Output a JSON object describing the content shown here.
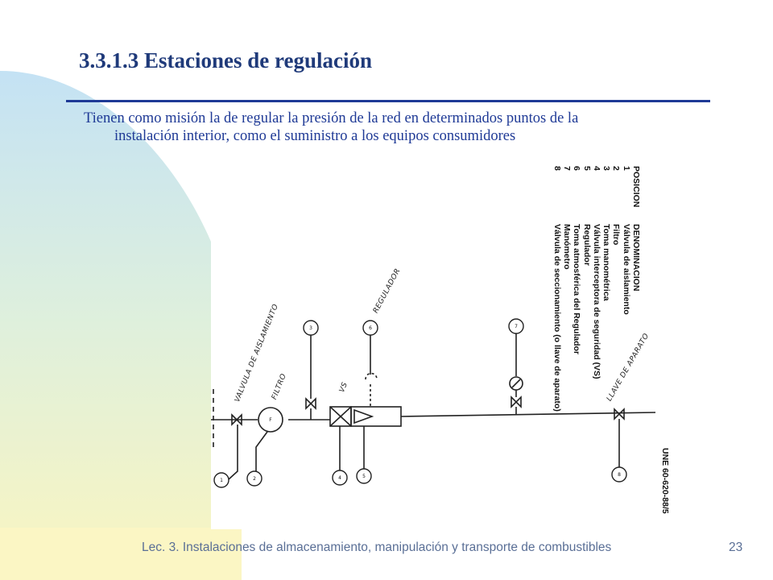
{
  "slide": {
    "title": "3.3.1.3  Estaciones de regulación",
    "intro_line1": "Tienen como misión la de regular la presión de la red en determinados puntos de la",
    "intro_line2": "instalación interior, como el suministro a los equipos consumidores",
    "footer": "Lec. 3. Instalaciones de almacenamiento, manipulación y transporte de combustibles",
    "page_number": "23"
  },
  "colors": {
    "title": "#1f3a7a",
    "accent_rule": "#1f3a96",
    "footer_text": "#5a6f96",
    "bg_gradient_top": "#c4e2f4",
    "bg_gradient_bottom": "#faf5c0"
  },
  "diagram": {
    "legend": {
      "header_position": "POSICION",
      "header_name": "DENOMINACION",
      "rows": [
        {
          "pos": "1",
          "name": "Válvula de aislamiento"
        },
        {
          "pos": "2",
          "name": "Filtro"
        },
        {
          "pos": "3",
          "name": "Toma manométrica"
        },
        {
          "pos": "4",
          "name": "Válvula interceptora de seguridad (VS)"
        },
        {
          "pos": "5",
          "name": "Regulador"
        },
        {
          "pos": "6",
          "name": "Toma atmosférica del Regulador"
        },
        {
          "pos": "7",
          "name": "Manómetro"
        },
        {
          "pos": "8",
          "name": "Válvula de seccionamiento (o llave de aparato)"
        }
      ]
    },
    "standard": "UNE 60-620-88/5",
    "handwritten": {
      "valve": "VALVULA DE AISLAMIENTO",
      "filter": "FILTRO",
      "vs": "VS",
      "regulator": "REGULADOR",
      "appliance_valve": "LLAVE DE APARATO"
    },
    "balloons": {
      "b1": "1",
      "b2": "2",
      "b3": "3",
      "b4": "4",
      "b5": "5",
      "b6": "6",
      "b7": "7",
      "b8": "8",
      "filter_mark": "F"
    }
  }
}
